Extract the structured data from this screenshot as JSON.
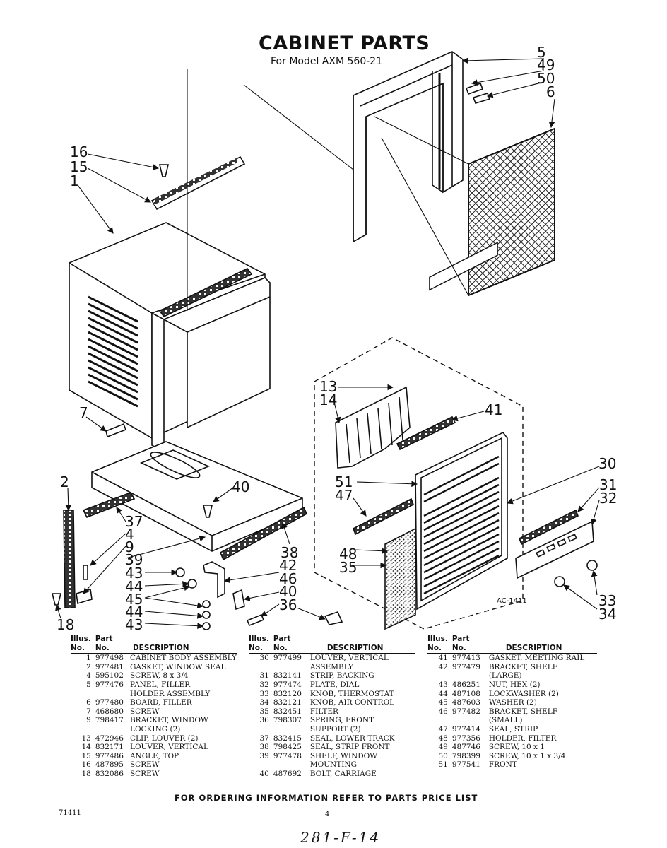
{
  "title": "CABINET PARTS",
  "subtitle": "For Model AXM 560-21",
  "figure_code": "AC-1411",
  "callouts": [
    "5",
    "49",
    "50",
    "6",
    "16",
    "15",
    "1",
    "7",
    "13",
    "14",
    "41",
    "30",
    "2",
    "40",
    "51",
    "47",
    "31",
    "32",
    "37",
    "4",
    "9",
    "39",
    "38",
    "43",
    "42",
    "44",
    "46",
    "45",
    "40",
    "36",
    "44",
    "43",
    "18",
    "48",
    "35",
    "33",
    "34"
  ],
  "headers": {
    "illus": "Illus.",
    "part": "Part",
    "no1": "No.",
    "no2": "No.",
    "desc": "DESCRIPTION"
  },
  "table1": [
    {
      "no": "1",
      "part": "977498",
      "desc": "CABINET BODY ASSEMBLY"
    },
    {
      "no": "2",
      "part": "977481",
      "desc": "GASKET, WINDOW SEAL"
    },
    {
      "no": "4",
      "part": "595102",
      "desc": "SCREW, 8 x 3/4"
    },
    {
      "no": "5",
      "part": "977476",
      "desc": "PANEL, FILLER"
    },
    {
      "no": "",
      "part": "",
      "desc": "HOLDER ASSEMBLY"
    },
    {
      "no": "6",
      "part": "977480",
      "desc": "BOARD, FILLER"
    },
    {
      "no": "7",
      "part": "468680",
      "desc": "SCREW"
    },
    {
      "no": "9",
      "part": "798417",
      "desc": "BRACKET, WINDOW"
    },
    {
      "no": "",
      "part": "",
      "desc": "LOCKING (2)"
    },
    {
      "no": "13",
      "part": "472946",
      "desc": "CLIP, LOUVER (2)"
    },
    {
      "no": "14",
      "part": "832171",
      "desc": "LOUVER, VERTICAL"
    },
    {
      "no": "15",
      "part": "977486",
      "desc": "ANGLE, TOP"
    },
    {
      "no": "16",
      "part": "487895",
      "desc": "SCREW"
    },
    {
      "no": "18",
      "part": "832086",
      "desc": "SCREW"
    }
  ],
  "table2": [
    {
      "no": "30",
      "part": "977499",
      "desc": "LOUVER, VERTICAL"
    },
    {
      "no": "",
      "part": "",
      "desc": "ASSEMBLY"
    },
    {
      "no": "31",
      "part": "832141",
      "desc": "STRIP, BACKING"
    },
    {
      "no": "32",
      "part": "977474",
      "desc": "PLATE, DIAL"
    },
    {
      "no": "33",
      "part": "832120",
      "desc": "KNOB, THERMOSTAT"
    },
    {
      "no": "34",
      "part": "832121",
      "desc": "KNOB, AIR CONTROL"
    },
    {
      "no": "35",
      "part": "832451",
      "desc": "FILTER"
    },
    {
      "no": "36",
      "part": "798307",
      "desc": "SPRING, FRONT"
    },
    {
      "no": "",
      "part": "",
      "desc": "SUPPORT (2)"
    },
    {
      "no": "37",
      "part": "832415",
      "desc": "SEAL, LOWER TRACK"
    },
    {
      "no": "38",
      "part": "798425",
      "desc": "SEAL, STRIP FRONT"
    },
    {
      "no": "39",
      "part": "977478",
      "desc": "SHELF, WINDOW"
    },
    {
      "no": "",
      "part": "",
      "desc": "MOUNTING"
    },
    {
      "no": "40",
      "part": "487692",
      "desc": "BOLT, CARRIAGE"
    }
  ],
  "table3": [
    {
      "no": "41",
      "part": "977413",
      "desc": "GASKET, MEETING RAIL"
    },
    {
      "no": "42",
      "part": "977479",
      "desc": "BRACKET, SHELF"
    },
    {
      "no": "",
      "part": "",
      "desc": "(LARGE)"
    },
    {
      "no": "43",
      "part": "486251",
      "desc": "NUT, HEX (2)"
    },
    {
      "no": "44",
      "part": "487108",
      "desc": "LOCKWASHER (2)"
    },
    {
      "no": "45",
      "part": "487603",
      "desc": "WASHER (2)"
    },
    {
      "no": "46",
      "part": "977482",
      "desc": "BRACKET, SHELF"
    },
    {
      "no": "",
      "part": "",
      "desc": "(SMALL)"
    },
    {
      "no": "47",
      "part": "977414",
      "desc": "SEAL, STRIP"
    },
    {
      "no": "48",
      "part": "977356",
      "desc": "HOLDER, FILTER"
    },
    {
      "no": "49",
      "part": "487746",
      "desc": "SCREW, 10 x 1"
    },
    {
      "no": "50",
      "part": "798399",
      "desc": "SCREW, 10 x 1 x 3/4"
    },
    {
      "no": "51",
      "part": "977541",
      "desc": "FRONT"
    }
  ],
  "footer": "FOR ORDERING INFORMATION REFER TO PARTS PRICE LIST",
  "page_code": "71411",
  "page_number": "4",
  "handwritten": "281-F-14"
}
